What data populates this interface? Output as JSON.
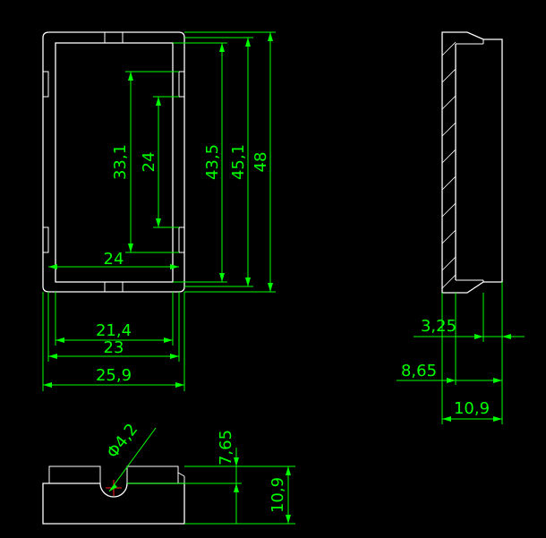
{
  "colors": {
    "background": "#000000",
    "geometry": "#ffffff",
    "dimension": "#00ff00",
    "center_mark": "#ff2020"
  },
  "dimensions": {
    "inner_height_short": "33,1",
    "slot_height": "24",
    "inner_height": "43,5",
    "mid_height": "45,1",
    "outer_height": "48",
    "inner_width_label": "24",
    "width_inner": "21,4",
    "width_mid": "23",
    "width_outer": "25,9",
    "wall_thickness": "3,25",
    "side_step": "8,65",
    "side_depth": "10,9",
    "hole_diameter": "4,2",
    "hole_depth": "7,65",
    "body_height": "10,9"
  },
  "symbols": {
    "diameter": "Φ"
  }
}
